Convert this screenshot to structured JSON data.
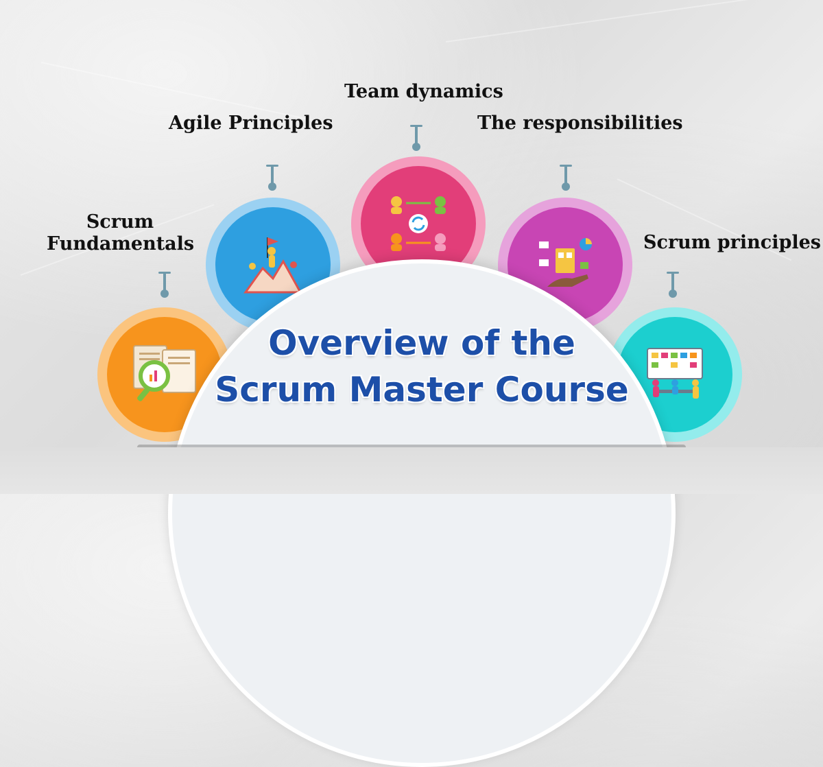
{
  "title": {
    "line1": "Overview of the",
    "line2": "Scrum Master Course"
  },
  "topics": [
    {
      "label_line1": "Scrum",
      "label_line2": "Fundamentals",
      "icon": "document-magnifier-icon",
      "color": "#f7941d"
    },
    {
      "label": "Agile Principles",
      "icon": "mountain-flag-team-icon",
      "color": "#2e9fe0"
    },
    {
      "label": "Team dynamics",
      "icon": "team-sync-icon",
      "color": "#e23e79"
    },
    {
      "label": "The responsibilities",
      "icon": "hand-dashboard-icon",
      "color": "#c845b4"
    },
    {
      "label": "Scrum principles",
      "icon": "kanban-board-team-icon",
      "color": "#1ccfcf"
    }
  ],
  "colors": {
    "title": "#1d4fa8",
    "connector": "#6f99aa",
    "dome": "#eef1f4"
  }
}
